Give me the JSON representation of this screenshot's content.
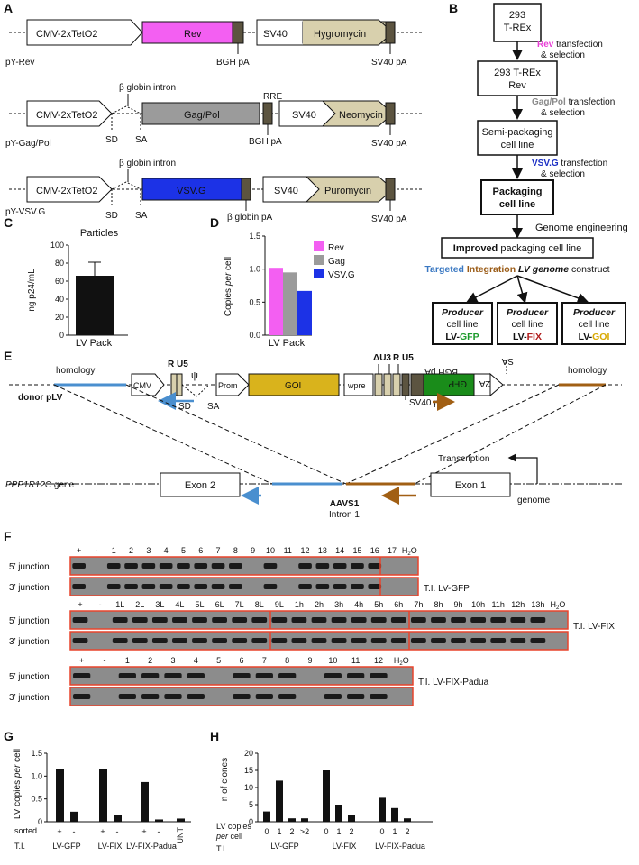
{
  "panels": {
    "A": "A",
    "B": "B",
    "C": "C",
    "D": "D",
    "E": "E",
    "F": "F",
    "G": "G",
    "H": "H"
  },
  "panelA": {
    "rows": [
      {
        "label": "pY-Rev",
        "promoter": "CMV-2xTetO2",
        "gene": "Rev",
        "pa1": "BGH pA",
        "marker_prom": "SV40",
        "marker": "Hygromycin",
        "pa2": "SV40 pA"
      },
      {
        "label": "pY-Gag/Pol",
        "promoter": "CMV-2xTetO2",
        "intron": "β globin intron",
        "sd": "SD",
        "sa": "SA",
        "gene": "Gag/Pol",
        "rre": "RRE",
        "pa1": "BGH pA",
        "marker_prom": "SV40",
        "marker": "Neomycin",
        "pa2": "SV40 pA"
      },
      {
        "label": "pY-VSV.G",
        "promoter": "CMV-2xTetO2",
        "intron": "β globin intron",
        "sd": "SD",
        "sa": "SA",
        "gene": "VSV.G",
        "pa1": "β globin pA",
        "marker_prom": "SV40",
        "marker": "Puromycin",
        "pa2": "SV40 pA"
      }
    ]
  },
  "panelB": {
    "box1": [
      "293",
      "T-REx"
    ],
    "step1": {
      "hl": "Rev",
      "rest": " transfection",
      "line2": "& selection",
      "color": "#e83fd6"
    },
    "box2": [
      "293 T-REx",
      "Rev"
    ],
    "step2": {
      "hl": "Gag/Pol",
      "rest": " transfection",
      "line2": "& selection",
      "color": "#8a8a8a"
    },
    "box3": [
      "Semi-packaging",
      "cell line"
    ],
    "step3": {
      "hl": "VSV.G",
      "rest": " transfection",
      "line2": "& selection",
      "color": "#1b2fc4"
    },
    "box4": [
      "Packaging",
      "cell line"
    ],
    "step4": {
      "text": "Genome engineering",
      "color": "#e07b1a"
    },
    "box5": {
      "bold": "Improved",
      "rest": " packaging cell line"
    },
    "step5": {
      "t1": "Targeted ",
      "t2": "Integration ",
      "t3": "LV genome",
      "t4": " construct",
      "c1": "#3a78c2",
      "c2": "#9a5b16"
    },
    "producers": [
      {
        "l1": "Producer",
        "l2": "cell line",
        "pre": "LV-",
        "name": "GFP",
        "color": "#1a9a2a"
      },
      {
        "l1": "Producer",
        "l2": "cell line",
        "pre": "LV-",
        "name": "FIX",
        "color": "#b01a1a"
      },
      {
        "l1": "Producer",
        "l2": "cell line",
        "pre": "LV-",
        "name": "GOI",
        "color": "#d8a800"
      }
    ]
  },
  "panelC": {
    "title": "Particles",
    "ylabel": "ng p24/mL",
    "xlabel": "LV Pack"
  },
  "panelD": {
    "ylabel_a": "Copies ",
    "ylabel_b": "per",
    "ylabel_c": " cell",
    "xlabel": "LV Pack"
  },
  "panelE": {
    "homology_left": "homology",
    "homology_right": "homology",
    "cmv": "CMV",
    "ru5_left": "R U5",
    "psi": "ψ",
    "prom": "Prom",
    "goi": "GOI",
    "wpre": "wpre",
    "du3": "ΔU3",
    "ru5_right": "R U5",
    "bgh": "BGH pA",
    "gfp": "GFP",
    "twoA": "2A",
    "sa_flip": "SA",
    "donor": "donor pLV",
    "sd": "SD",
    "sa": "SA",
    "sv40": "SV40 pA",
    "gene": "PPP1R12C",
    "gene_suffix": " gene",
    "exon2": "Exon 2",
    "exon1": "Exon 1",
    "aavs1": "AAVS1",
    "intron1": "Intron 1",
    "transcription": "Transcription",
    "genome": "genome"
  },
  "panelF": {
    "gel1": {
      "lanes": [
        "+",
        "-",
        "1",
        "2",
        "3",
        "4",
        "5",
        "6",
        "7",
        "8",
        "9",
        "10",
        "11",
        "12",
        "13",
        "14",
        "15",
        "16",
        "17",
        "H2O"
      ],
      "name": "T.I. LV-GFP"
    },
    "gel2": {
      "lanes": [
        "+",
        "-",
        "1L",
        "2L",
        "3L",
        "4L",
        "5L",
        "6L",
        "7L",
        "8L",
        "9L",
        "1h",
        "2h",
        "3h",
        "4h",
        "5h",
        "6h",
        "7h",
        "8h",
        "9h",
        "10h",
        "11h",
        "12h",
        "13h",
        "H2O"
      ],
      "name": "T.I. LV-FIX"
    },
    "gel3": {
      "lanes": [
        "+",
        "-",
        "1",
        "2",
        "3",
        "4",
        "5",
        "6",
        "7",
        "8",
        "9",
        "10",
        "11",
        "12",
        "H2O"
      ],
      "name": "T.I. LV-FIX-Padua"
    },
    "junction5": "5’ junction",
    "junction3": "3’ junction"
  },
  "panelG": {
    "ylabel_a": "LV copies ",
    "ylabel_b": "per",
    "ylabel_c": " cell",
    "sorted": "sorted",
    "ti": "T.I.",
    "unt": "UNT",
    "groups": [
      "LV-GFP",
      "LV-FIX",
      "LV-FIX-Padua"
    ]
  },
  "panelH": {
    "ylabel": "n of clones",
    "xhead1": "LV copies",
    "xhead2": "per",
    "xhead3": " cell",
    "ti": "T.I.",
    "groups": [
      "LV-GFP",
      "LV-FIX",
      "LV-FIX-Padua"
    ]
  },
  "colors": {
    "rev": "#f35ff2",
    "gagpol": "#9b9b9b",
    "vsvg": "#1c32e6",
    "marker": "#d8d0ad",
    "pa": "#5c5440",
    "goi": "#d9b31c",
    "gfp": "#1a8c1a",
    "gel_border": "#e8442c",
    "brown": "#a15f14",
    "blue": "#4a8fcf",
    "khaki": "#9b9163"
  },
  "chart_data": [
    {
      "panel": "C",
      "type": "bar",
      "title": "Particles",
      "xlabel": "",
      "ylabel": "ng p24/mL",
      "categories": [
        "LV Pack"
      ],
      "values": [
        66
      ],
      "error": [
        15
      ],
      "ylim": [
        0,
        100
      ],
      "yticks": [
        0,
        20,
        40,
        60,
        80,
        100
      ]
    },
    {
      "panel": "D",
      "type": "bar",
      "xlabel": "",
      "ylabel": "Copies per cell",
      "categories": [
        "LV Pack"
      ],
      "series": [
        {
          "name": "Rev",
          "values": [
            1.02
          ]
        },
        {
          "name": "Gag",
          "values": [
            0.95
          ]
        },
        {
          "name": "VSV.G",
          "values": [
            0.67
          ]
        }
      ],
      "ylim": [
        0,
        1.5
      ],
      "yticks": [
        0.0,
        0.5,
        1.0,
        1.5
      ],
      "legend": "right"
    },
    {
      "panel": "G",
      "type": "bar",
      "ylabel": "LV copies per cell",
      "categories": [
        "LV-GFP +",
        "LV-GFP -",
        "LV-FIX +",
        "LV-FIX -",
        "LV-FIX-Padua +",
        "LV-FIX-Padua -",
        "UNT"
      ],
      "values": [
        1.15,
        0.22,
        1.15,
        0.15,
        0.87,
        0.05,
        0.07
      ],
      "ylim": [
        0,
        1.5
      ],
      "yticks": [
        0,
        0.5,
        1.0,
        1.5
      ]
    },
    {
      "panel": "H",
      "type": "bar",
      "ylabel": "n of clones",
      "groups": [
        "LV-GFP",
        "LV-FIX",
        "LV-FIX-Padua"
      ],
      "categories": [
        "0",
        "1",
        "2",
        ">2"
      ],
      "series": [
        {
          "name": "LV-GFP",
          "values": [
            3,
            12,
            1,
            1
          ]
        },
        {
          "name": "LV-FIX",
          "values": [
            15,
            5,
            2
          ]
        },
        {
          "name": "LV-FIX-Padua",
          "values": [
            7,
            4,
            1
          ]
        }
      ],
      "ylim": [
        0,
        20
      ],
      "yticks": [
        0,
        5,
        10,
        15,
        20
      ]
    }
  ]
}
